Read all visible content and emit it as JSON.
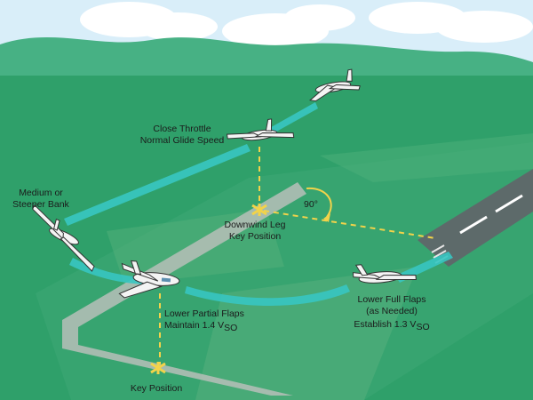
{
  "labels": {
    "close_throttle": "Close Throttle",
    "normal_glide": "Normal Glide Speed",
    "medium_or": "Medium or",
    "steeper_bank": "Steeper Bank",
    "angle": "90°",
    "downwind_leg": "Downwind Leg",
    "key_position_upper": "Key Position",
    "lower_partial": "Lower Partial Flaps",
    "maintain_prefix": "Maintain 1.4 V",
    "maintain_sub": "SO",
    "lower_full": "Lower Full Flaps",
    "as_needed": "(as Needed)",
    "establish_prefix": "Establish 1.3 V",
    "establish_sub": "SO",
    "key_position_lower": "Key Position"
  },
  "colors": {
    "sky": "#d9eef9",
    "hills": "#47b184",
    "ground": "#2fa06a",
    "field": "#3ea874",
    "runway": "#5d6a6a",
    "path": "#38c6c2",
    "guide": "#f2d34a",
    "marker": "#f2d34a"
  },
  "icons": [
    "airplane-icon",
    "key-position-marker-icon",
    "angle-arc-icon"
  ]
}
